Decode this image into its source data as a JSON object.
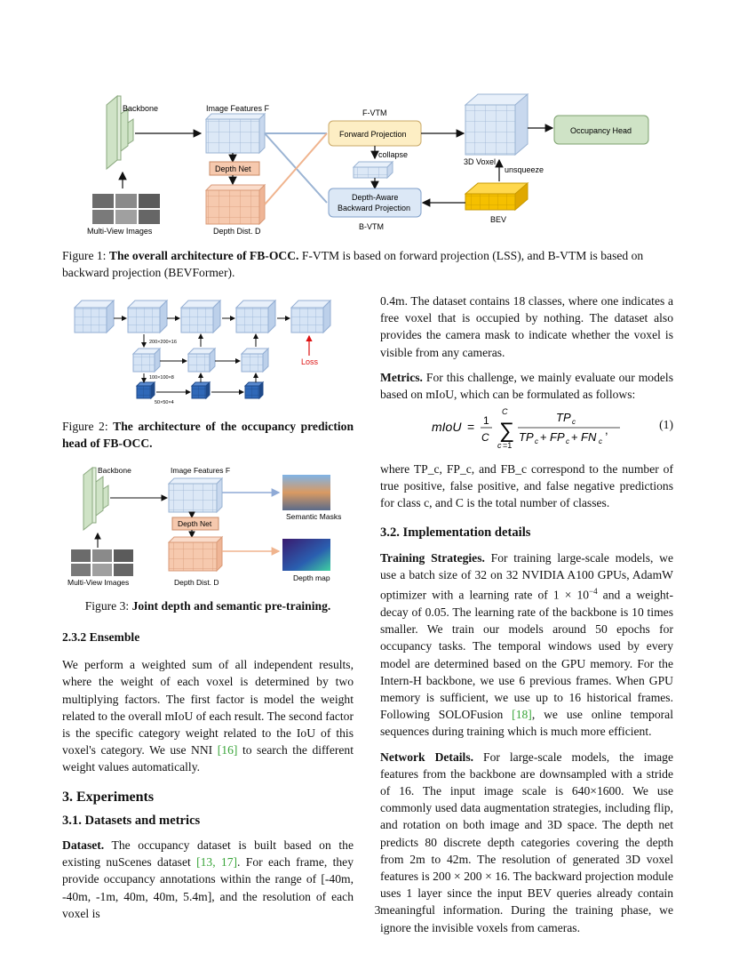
{
  "fig1": {
    "backbone": "Backbone",
    "image_features": "Image Features F",
    "fvtm_title": "F-VTM",
    "forward_projection": "Forward Projection",
    "collapse": "collapse",
    "voxel3d": "3D Voxel",
    "occupancy_head": "Occupancy Head",
    "unsqueeze": "unsqueeze",
    "depth_net": "Depth Net",
    "dab_line1": "Depth-Aware",
    "dab_line2": "Backward Projection",
    "bev": "BEV",
    "bvtm_title": "B-VTM",
    "multi_view": "Multi-View Images",
    "depth_dist": "Depth Dist. D"
  },
  "caption1": {
    "label": "Figure 1:",
    "bold": "The overall architecture of FB-OCC.",
    "rest": "F-VTM is based on forward projection (LSS), and B-VTM is based on backward projection (BEVFormer)."
  },
  "fig2": {
    "dim1": "200×200×16",
    "dim2": "100×100×8",
    "dim3": "50×50×4",
    "loss": "Loss"
  },
  "caption2": {
    "label": "Figure 2:",
    "bold": "The architecture of the occupancy prediction head of FB-OCC."
  },
  "fig3": {
    "backbone": "Backbone",
    "image_features": "Image Features F",
    "depth_net": "Depth Net",
    "semantic_masks": "Semantic Masks",
    "depth_map": "Depth map",
    "multi_view": "Multi-View Images",
    "depth_dist": "Depth Dist. D"
  },
  "caption3": {
    "label": "Figure 3:",
    "bold": "Joint depth and semantic pre-training."
  },
  "left": {
    "ensemble_heading": "2.3.2  Ensemble",
    "ensemble_p1": "We perform a weighted sum of all independent results, where the weight of each voxel is determined by two multiplying factors. The first factor is model the weight related to the overall mIoU of each result. The second factor is the specific category weight related to the IoU of this voxel's category. We use NNI ",
    "ensemble_cite": "[16]",
    "ensemble_p2": " to search the different weight values automatically.",
    "experiments": "3. Experiments",
    "datasets_heading": "3.1. Datasets and metrics",
    "dataset_label": "Dataset.",
    "dataset_t1": " The occupancy dataset is built based on the existing nuScenes dataset ",
    "dataset_cite": "[13, 17]",
    "dataset_t2": ". For each frame, they provide occupancy annotations within the range of [-40m, -40m, -1m, 40m, 40m, 5.4m], and the resolution of each voxel is"
  },
  "right": {
    "cont": "0.4m. The dataset contains 18 classes, where one indicates a free voxel that is occupied by nothing. The dataset also provides the camera mask to indicate whether the voxel is visible from any cameras.",
    "metrics_label": "Metrics.",
    "metrics_text": " For this challenge, we mainly evaluate our models based on mIoU, which can be formulated as follows:",
    "eq_number": "(1)",
    "where_text": "where TP_c, FP_c, and FB_c correspond to the number of true positive, false positive, and false negative predictions for class c, and C is the total number of classes.",
    "impl_heading": "3.2. Implementation details",
    "training_label": "Training Strategies.",
    "training_t1": " For training large-scale models, we use a batch size of 32 on 32 NVIDIA A100 GPUs, AdamW optimizer with a learning rate of 1 × 10",
    "training_exp": "−4",
    "training_t2": " and a weight-decay of 0.05. The learning rate of the backbone is 10 times smaller. We train our models around 50 epochs for occupancy tasks. The temporal windows used by every model are determined based on the GPU memory. For the Intern-H backbone, we use 6 previous frames. When GPU memory is sufficient, we use up to 16 historical frames. Following SOLOFusion ",
    "training_cite": "[18]",
    "training_t3": ", we use online temporal sequences during training which is much more efficient.",
    "network_label": "Network Details.",
    "network_text": " For large-scale models, the image features from the backbone are downsampled with a stride of 16. The input image scale is 640×1600. We use commonly used data augmentation strategies, including flip, and rotation on both image and 3D space. The depth net predicts 80 discrete depth categories covering the depth from 2m to 42m. The resolution of generated 3D voxel features is 200 × 200 × 16. The backward projection module uses 1 layer since the input BEV queries already contain meaningful information. During the training phase, we ignore the invisible voxels from cameras."
  },
  "page_number": "3"
}
